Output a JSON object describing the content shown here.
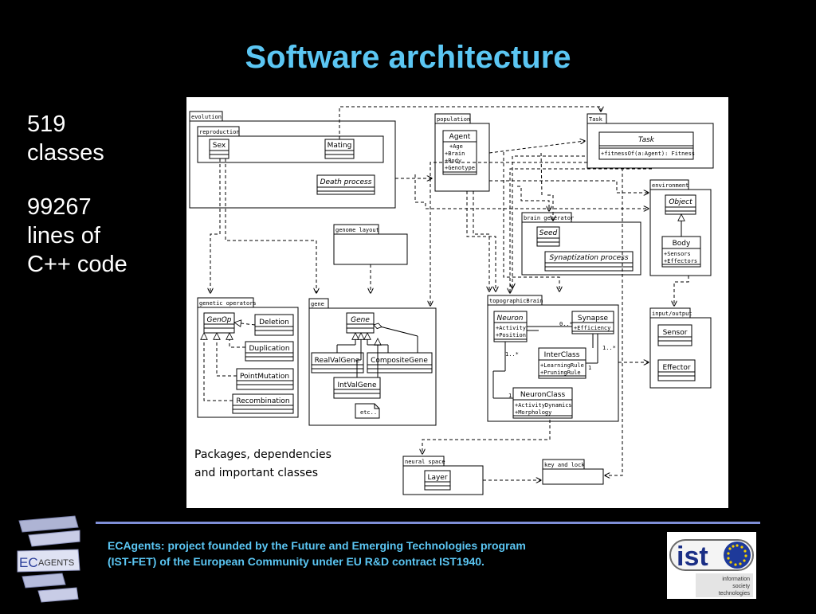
{
  "slide": {
    "title": "Software architecture",
    "stats": [
      {
        "lines": [
          "519",
          "classes"
        ]
      },
      {
        "lines": [
          "99267",
          "lines of",
          "C++ code"
        ]
      }
    ],
    "footer": {
      "line1": "ECAgents: project founded by the Future and Emerging Technologies program",
      "line2": "(IST-FET) of the European Community under EU R&D contract IST1940."
    },
    "colors": {
      "title": "#5bc6f3",
      "footer": "#5bc6f3",
      "rule": "#7f8fd8",
      "background": "#000000"
    }
  },
  "diagram": {
    "caption": [
      "Packages, dependencies",
      "and important classes"
    ],
    "packages": {
      "evolution": "evolution",
      "reproduction": "reproduction",
      "population": "population",
      "task": "Task",
      "environment": "environment",
      "genome_layout": "genome layout",
      "brain_generator": "brain generator",
      "genetic_operators": "genetic operators",
      "gene": "gene",
      "topographic_brain": "topographicBrain",
      "input_output": "input/output",
      "neural_space": "neural space",
      "key_and_lock": "key and lock"
    },
    "classes": {
      "sex": "Sex",
      "mating": "Mating",
      "death_process": "Death process",
      "agent": "Agent",
      "agent_attrs": [
        "+Age",
        "+Brain",
        "+Body",
        "+Genotype"
      ],
      "task": "Task",
      "task_method": "+fitnessOf(a:Agent): Fitness",
      "object": "Object",
      "body": "Body",
      "body_attrs": [
        "+Sensors",
        "+Effectors"
      ],
      "seed": "Seed",
      "synaptization": "Synaptization process",
      "genop": "GenOp",
      "deletion": "Deletion",
      "duplication": "Duplication",
      "point_mutation": "PointMutation",
      "recombination": "Recombination",
      "gene": "Gene",
      "real_val_gene": "RealValGene",
      "composite_gene": "CompositeGene",
      "int_val_gene": "IntValGene",
      "etc": "etc..",
      "neuron": "Neuron",
      "neuron_attrs": [
        "+Activity",
        "+Position"
      ],
      "synapse": "Synapse",
      "synapse_attrs": [
        "+Efficiency"
      ],
      "inter_class": "InterClass",
      "inter_class_attrs": [
        "+LearningRule",
        "+PruningRule"
      ],
      "neuron_class": "NeuronClass",
      "neuron_class_attrs": [
        "+ActivityDynamics",
        "+Morphology"
      ],
      "sensor": "Sensor",
      "effector": "Effector",
      "layer": "Layer"
    },
    "multiplicities": {
      "m1": "0..*",
      "m2": "1..*",
      "m3": "1..*",
      "m4": "1",
      "m5": "1"
    }
  },
  "logos": {
    "ec": {
      "left": "EC",
      "right": "AGENTS"
    },
    "ist": {
      "mark": "ist",
      "lines": [
        "information",
        "society",
        "technologies"
      ]
    }
  }
}
